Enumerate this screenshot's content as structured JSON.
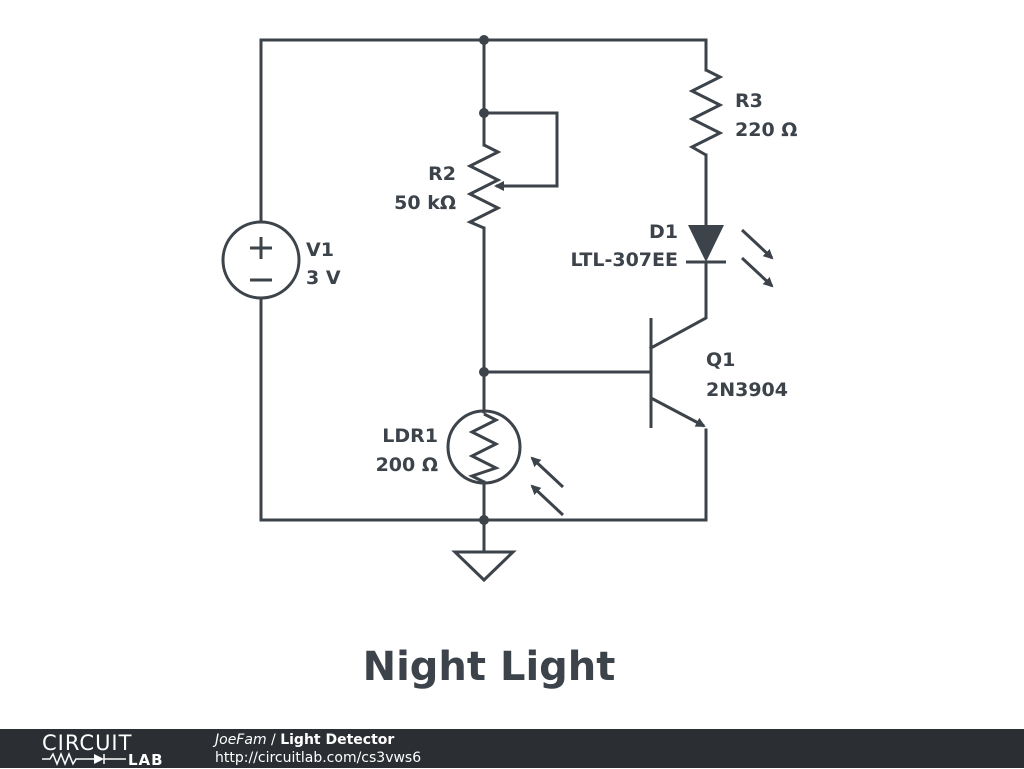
{
  "diagram": {
    "title": "Night Light",
    "components": {
      "v1": {
        "ref": "V1",
        "value": "3 V"
      },
      "r2": {
        "ref": "R2",
        "value": "50 kΩ"
      },
      "r3": {
        "ref": "R3",
        "value": "220 Ω"
      },
      "d1": {
        "ref": "D1",
        "value": "LTL-307EE"
      },
      "q1": {
        "ref": "Q1",
        "value": "2N3904"
      },
      "ldr1": {
        "ref": "LDR1",
        "value": "200 Ω"
      }
    }
  },
  "footer": {
    "logo_top": "CIRCUIT",
    "logo_bottom": "LAB",
    "author": "JoeFam",
    "separator": " / ",
    "project": "Light Detector",
    "url": "http://circuitlab.com/cs3vws6"
  }
}
